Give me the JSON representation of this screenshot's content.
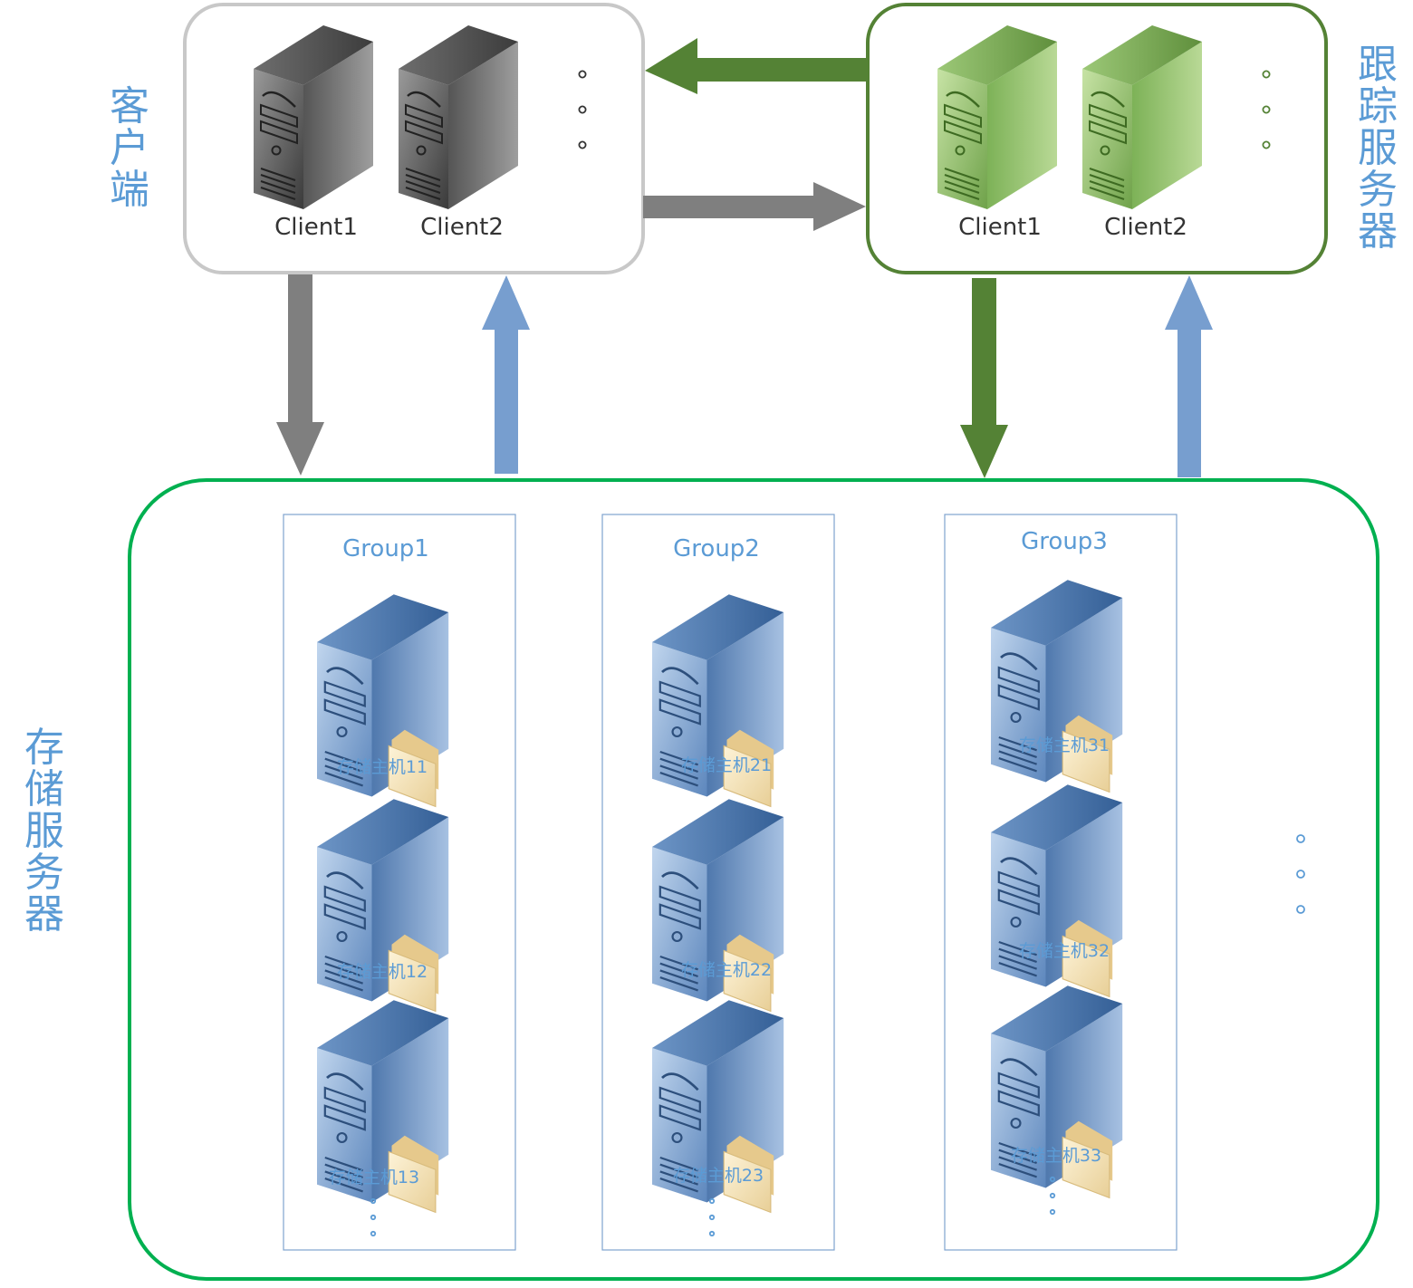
{
  "labels": {
    "client_side": "客户端",
    "tracker_side": "跟踪服务器",
    "storage_side": "存储服务器"
  },
  "client_box": {
    "servers": [
      "Client1",
      "Client2"
    ],
    "more": "。。。"
  },
  "tracker_box": {
    "servers": [
      "Client1",
      "Client2"
    ],
    "more": "。。。"
  },
  "storage_box": {
    "more": "。。。",
    "groups": [
      {
        "name": "Group1",
        "hosts": [
          "存储主机11",
          "存储主机12",
          "存储主机13"
        ],
        "more": "。。。"
      },
      {
        "name": "Group2",
        "hosts": [
          "存储主机21",
          "存储主机22",
          "存储主机23"
        ],
        "more": "。。。"
      },
      {
        "name": "Group3",
        "hosts": [
          "存储主机31",
          "存储主机32",
          "存储主机33"
        ],
        "more": "。。。"
      }
    ]
  },
  "colors": {
    "label_blue": "#5b9bd5",
    "client_border": "#c8c8c8",
    "tracker_border": "#548235",
    "storage_border": "#00b050",
    "gray_arrow": "#7f7f7f",
    "green_arrow": "#548235",
    "blue_arrow": "#779ecf"
  }
}
